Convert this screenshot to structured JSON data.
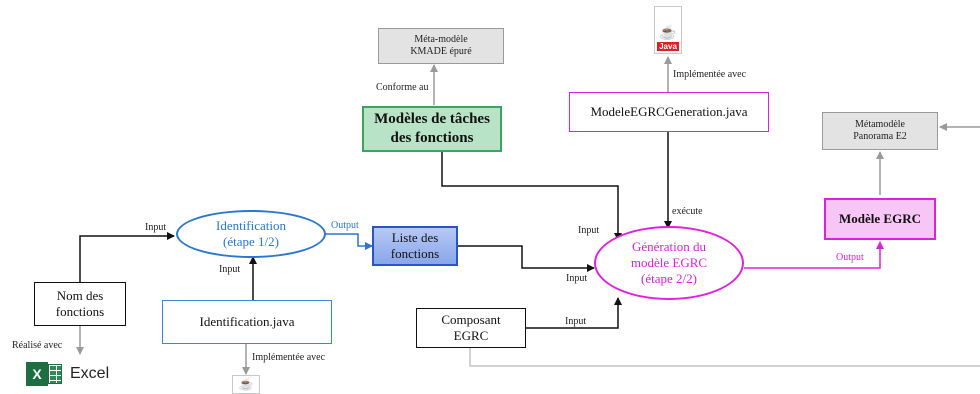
{
  "nodes": {
    "kmade": "Méta-modèle\nKMADE épuré",
    "taches": "Modèles de tâches\ndes fonctions",
    "modele_gen": "ModeleEGRCGeneration.java",
    "panorama": "Métamodèle\nPanorama E2",
    "modele_egrc": "Modèle EGRC",
    "identification": "Identification\n(étape 1/2)",
    "liste": "Liste des\nfonctions",
    "generation": "Génération du\nmodèle EGRC\n(étape 2/2)",
    "nom": "Nom des\nfonctions",
    "identification_java": "Identification.java",
    "composant": "Composant\nEGRC"
  },
  "labels": {
    "conforme": "Conforme au",
    "implementee_top": "Implémentée avec",
    "input_ident": "Input",
    "output_ident": "Output",
    "input_java": "Input",
    "execute": "exécute",
    "input_taches": "Input",
    "input_liste": "Input",
    "input_composant": "Input",
    "output_gen": "Output",
    "realise": "Réalisé avec",
    "implementee_bottom": "Implémentée avec"
  },
  "icons": {
    "java_label": "Java",
    "excel_label": "Excel",
    "excel_letter": "X"
  },
  "colors": {
    "magenta": "#e020e0",
    "blue": "#2a76d2",
    "green": "#3aa55c",
    "grey": "#9a9a9a"
  }
}
